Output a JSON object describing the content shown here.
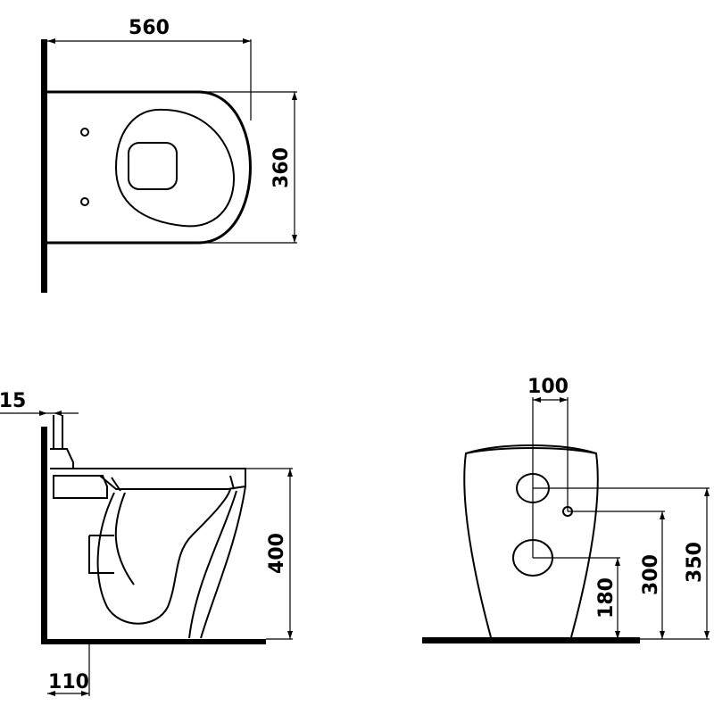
{
  "colors": {
    "line": "#000000",
    "background": "#ffffff"
  },
  "top_view": {
    "width_dim": "560",
    "depth_dim": "360"
  },
  "side_view": {
    "wall_gap_dim": "15",
    "height_dim": "400",
    "outlet_dim": "110"
  },
  "front_view": {
    "spacing_dim": "100",
    "inlet_upper_dim": "350",
    "fixing_dim": "300",
    "outlet_dim": "180"
  }
}
